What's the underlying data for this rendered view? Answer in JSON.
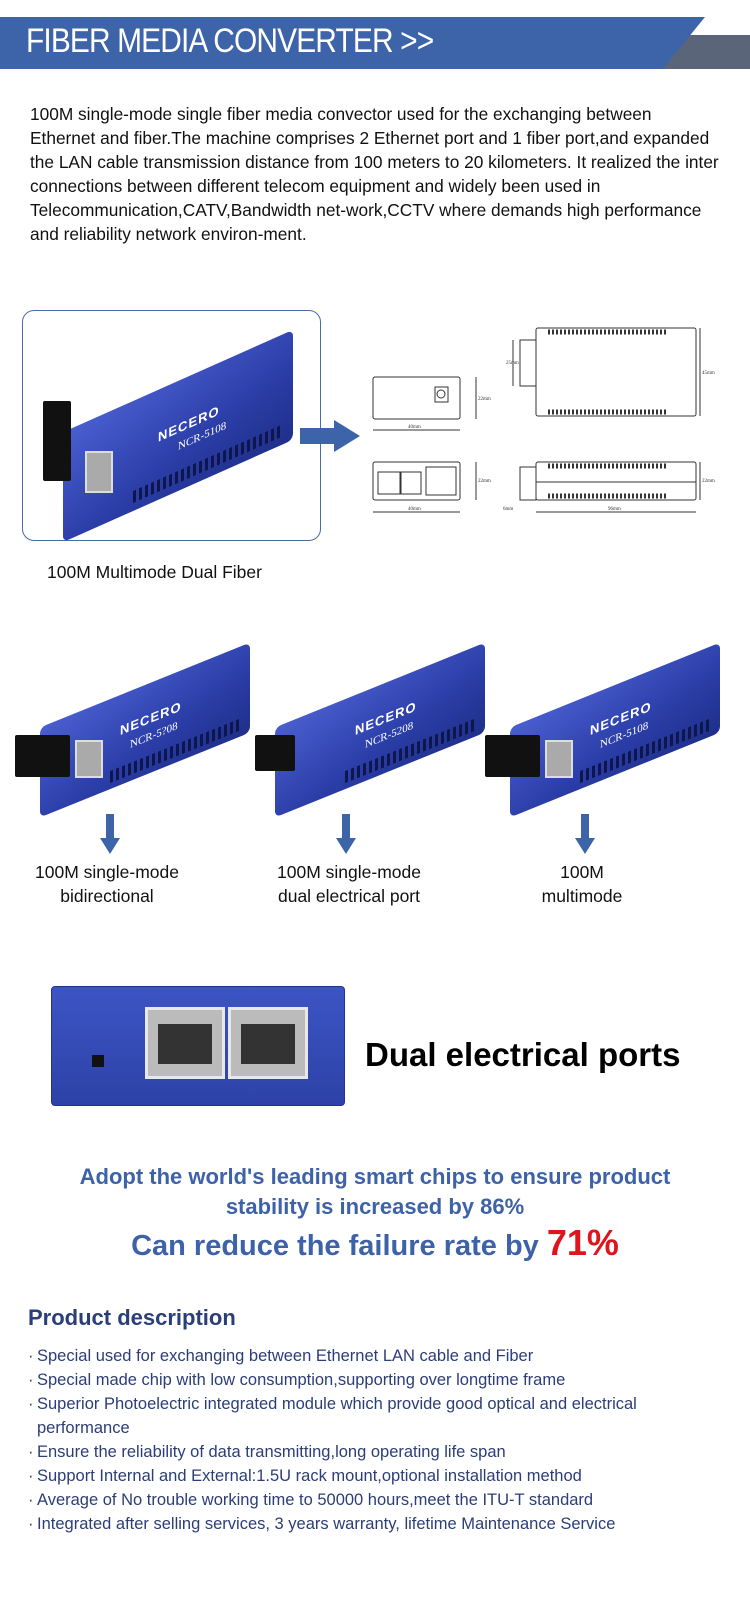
{
  "header": {
    "title": "FIBER MEDIA CONVERTER >>",
    "colors": {
      "band": "#3d64a8",
      "accent": "#5b6579"
    }
  },
  "intro": "100M single-mode single fiber media convector used for the exchanging between Ethernet and fiber.The machine comprises 2 Ethernet port and 1 fiber port,and expanded the LAN cable transmission distance from 100 meters to 20 kilometers. It realized the inter connections between different telecom equipment and widely been used in Telecommunication,CATV,Bandwidth net-work,CCTV where demands high performance and reliability network environ-ment.",
  "main_product": {
    "caption": "100M Multimode Dual Fiber",
    "brand": "NECERO",
    "model": "NCR-5108",
    "line": "Fiber Media Converter"
  },
  "drawings": {
    "dims": [
      "40mm",
      "22mm",
      "40mm",
      "22mm",
      "25mm",
      "45mm",
      "6mm",
      "96mm",
      "22mm"
    ]
  },
  "variants": [
    {
      "label_1": "100M single-mode",
      "label_2": "bidirectional",
      "model": "NCR-5?08"
    },
    {
      "label_1": "100M single-mode",
      "label_2": "dual electrical port",
      "model": "NCR-5208"
    },
    {
      "label_1": "100M",
      "label_2": "multimode",
      "model": "NCR-5108"
    }
  ],
  "dual": {
    "title": "Dual electrical ports"
  },
  "promo": {
    "line1": "Adopt the world's leading smart chips to ensure product",
    "line2": "stability is increased by 86%",
    "reduce_text": "Can reduce the failure rate by ",
    "reduce_pct": "71%",
    "colors": {
      "blue": "#3e62a8",
      "red": "#e0141c"
    }
  },
  "description": {
    "title": "Product description",
    "items": [
      "Special  used for exchanging between Ethernet LAN cable and Fiber",
      "Special  made chip with low consumption,supporting over longtime frame",
      "Superior  Photoelectric integrated module which provide good optical and electrical performance",
      "Ensure  the reliability of data transmitting,long operating life span",
      "Support  Internal and External:1.5U rack mount,optional installation method",
      "Average  of No trouble working time to 50000 hours,meet the ITU-T standard",
      "Integrated  after selling services, 3 years warranty,  lifetime Maintenance Service"
    ]
  }
}
